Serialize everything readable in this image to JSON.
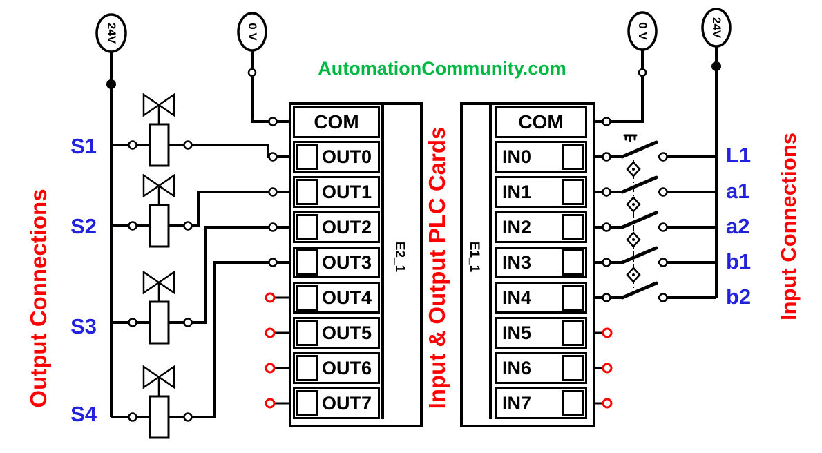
{
  "title": "AutomationCommunity.com",
  "colors": {
    "accent_green": "#00B840",
    "label_red": "#FF0000",
    "label_blue": "#2222DD",
    "wire_black": "#000000",
    "open_terminal_red": "#FF0000"
  },
  "section_labels": {
    "left": "Output Connections",
    "middle": "Input & Output PLC Cards",
    "right": "Input Connections"
  },
  "power_terminals": {
    "left_24v": "24V",
    "left_0v": "0 V",
    "right_0v": "0 V",
    "right_24v": "24V"
  },
  "output_card": {
    "id": "E2_1",
    "com": "COM",
    "channels": [
      "OUT0",
      "OUT1",
      "OUT2",
      "OUT3",
      "OUT4",
      "OUT5",
      "OUT6",
      "OUT7"
    ]
  },
  "input_card": {
    "id": "E1_1",
    "com": "COM",
    "channels": [
      "IN0",
      "IN1",
      "IN2",
      "IN3",
      "IN4",
      "IN5",
      "IN6",
      "IN7"
    ]
  },
  "output_devices": [
    "S1",
    "S2",
    "S3",
    "S4"
  ],
  "input_devices": [
    "L1",
    "a1",
    "a2",
    "b1",
    "b2"
  ],
  "connections": {
    "S1": "OUT0",
    "S2": "OUT1",
    "S3": "OUT2",
    "S4": "OUT3",
    "L1": "IN0",
    "a1": "IN1",
    "a2": "IN2",
    "b1": "IN3",
    "b2": "IN4"
  },
  "unconnected_outputs": [
    "OUT4",
    "OUT5",
    "OUT6",
    "OUT7"
  ],
  "unconnected_inputs": [
    "IN5",
    "IN6",
    "IN7"
  ]
}
